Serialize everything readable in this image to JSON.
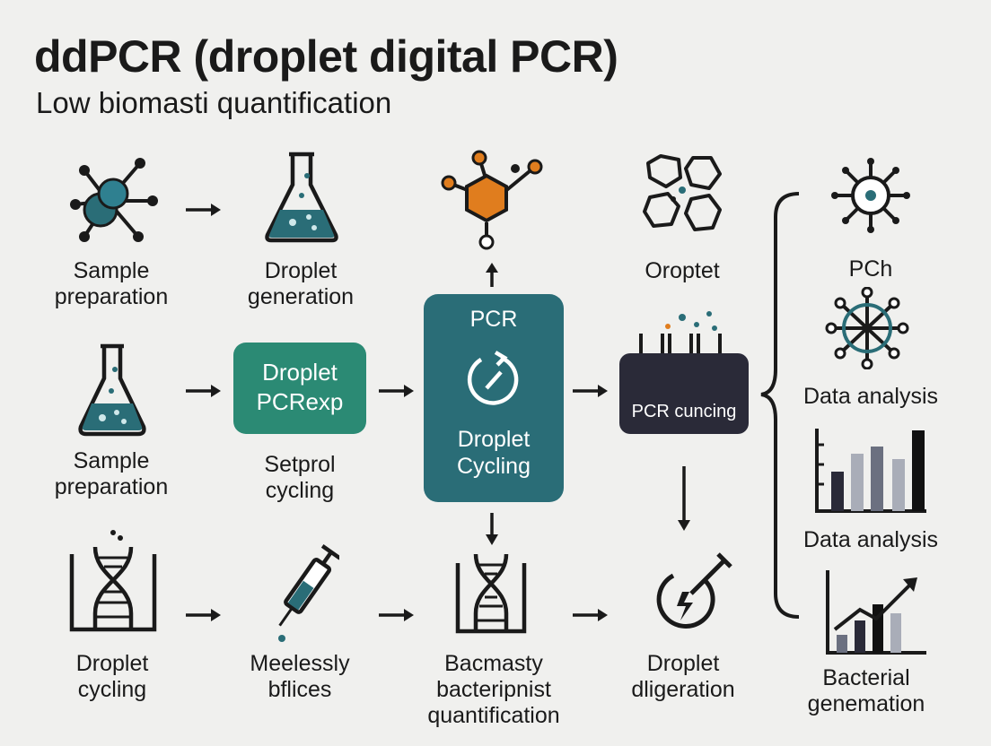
{
  "title": "ddPCR (droplet digital PCR)",
  "subtitle": "Low biomasti quantification",
  "colors": {
    "teal": "#2a6d77",
    "green": "#2b8a74",
    "orange": "#e07d1e",
    "dark": "#2a2a38",
    "ink": "#1a1a1a"
  },
  "row1": {
    "sample_prep": "Sample\npreparation",
    "droplet_gen": "Droplet\ngeneration",
    "oroptet": "Oroptet"
  },
  "row2": {
    "sample_prep": "Sample\npreparation",
    "droplet_box": "Droplet\nPCRexp",
    "setprol": "Setprol\ncycling",
    "pcr_box_title": "PCR",
    "pcr_box_sub": "Droplet\nCycling",
    "pcr_cuncing": "PCR cuncing"
  },
  "row3": {
    "droplet_cycling": "Droplet\ncycling",
    "meelessly": "Meelessly\nbflices",
    "bacmasty": "Bacmasty\nbacteripnist\nquantification",
    "droplet_dligeration": "Droplet\ndligeration"
  },
  "right": {
    "pch": "PCh",
    "data_analysis_1": "Data analysis",
    "data_analysis_2": "Data analysis",
    "bacterial_gen": "Bacterial\ngenemation"
  },
  "icons": [
    "molecule-icon",
    "flask-icon",
    "hexagon-molecule-icon",
    "hexagon-cluster-icon",
    "virus-icon",
    "network-icon",
    "bar-chart-icon",
    "trend-chart-icon",
    "dna-icon",
    "syringe-icon",
    "power-icon",
    "test-tubes-icon",
    "cycle-icon"
  ]
}
